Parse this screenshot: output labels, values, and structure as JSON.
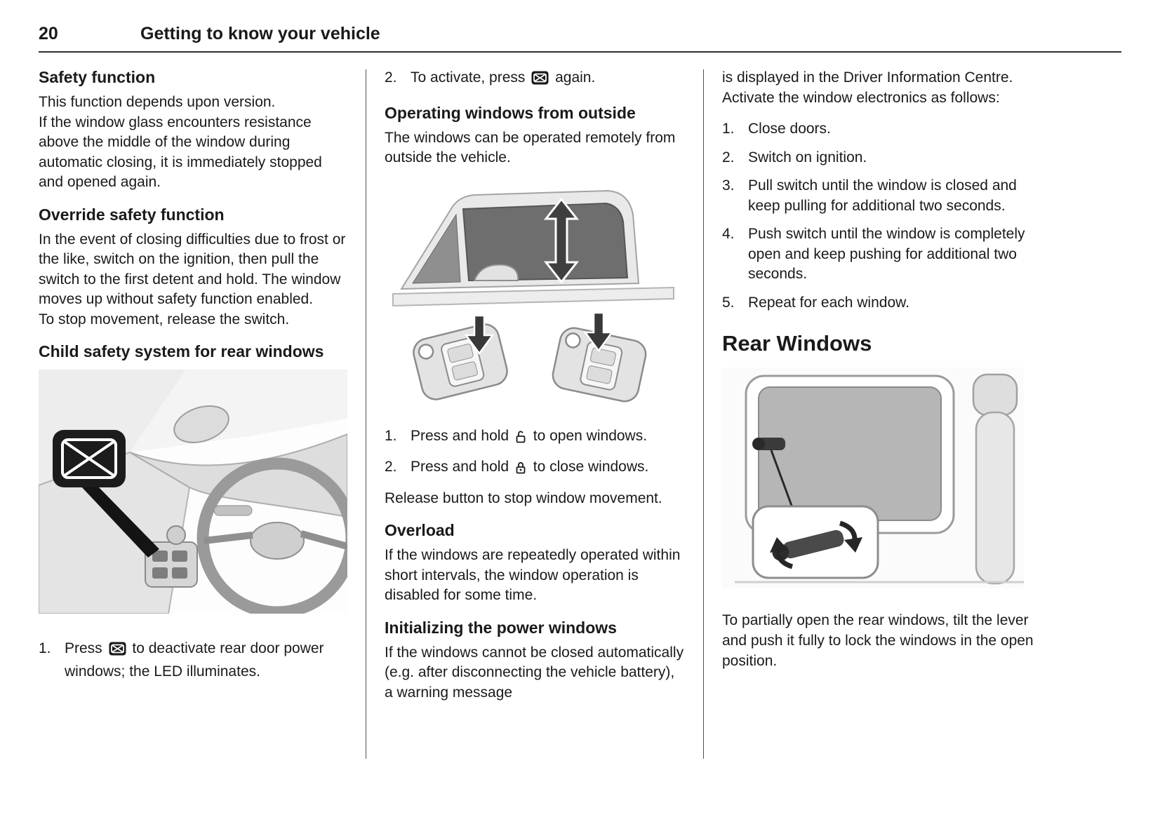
{
  "header": {
    "page_number": "20",
    "title": "Getting to know your vehicle"
  },
  "colors": {
    "text": "#1a1a1a",
    "header_rule": "#2e2e2e",
    "column_divider": "#4f4f4f"
  },
  "icons": {
    "rear_window_deactivate_icon": "black rounded square with crossed-out window",
    "unlock_icon": "open padlock",
    "lock_icon": "closed padlock",
    "window_movement_icon": "double-headed vertical arrow"
  },
  "figures": {
    "child_safety": "car interior with rear-window deactivation switch highlighted",
    "remote_operation": "door window with movement arrow and two remote keys",
    "rear_window": "rear side window with locking lever detail"
  },
  "col1": {
    "safety_heading": "Safety function",
    "safety_p1": "This function depends upon version.",
    "safety_p2": "If the window glass encounters resistance above the middle of the window during automatic closing, it is immediately stopped and opened again.",
    "override_heading": "Override safety function",
    "override_p1": "In the event of closing difficulties due to frost or the like, switch on the ignition, then pull the switch to the first detent and hold. The window moves up without safety function enabled.",
    "override_p2": "To stop movement, release the switch.",
    "child_heading": "Child safety system for rear windows",
    "step1": {
      "num": "1.",
      "pre": "Press",
      "post": "to deactivate rear door power windows; the LED illuminates."
    }
  },
  "col2": {
    "step2": {
      "num": "2.",
      "pre": "To activate, press",
      "post": "again."
    },
    "outside_heading": "Operating windows from outside",
    "outside_p": "The windows can be operated remotely from outside the vehicle.",
    "open_step": {
      "num": "1.",
      "pre": "Press and hold",
      "post": "to open windows."
    },
    "close_step": {
      "num": "2.",
      "pre": "Press and hold",
      "post": "to close windows."
    },
    "release_p": "Release button to stop window movement.",
    "overload_heading": "Overload",
    "overload_p": "If the windows are repeatedly operated within short intervals, the window operation is disabled for some time.",
    "init_heading": "Initializing the power windows",
    "init_p": "If the windows cannot be closed automatically (e.g. after disconnecting the vehicle battery), a warning message"
  },
  "col3": {
    "cont_p1": "is displayed in the Driver Information Centre.",
    "cont_p2": "Activate the window electronics as follows:",
    "steps": [
      {
        "num": "1.",
        "text": "Close doors."
      },
      {
        "num": "2.",
        "text": "Switch on ignition."
      },
      {
        "num": "3.",
        "text": "Pull switch until the window is closed and keep pulling for additional two seconds."
      },
      {
        "num": "4.",
        "text": "Push switch until the window is completely open and keep pushing for additional two seconds."
      },
      {
        "num": "5.",
        "text": "Repeat for each window."
      }
    ],
    "rear_heading": "Rear Windows",
    "rear_p": "To partially open the rear windows, tilt the lever and push it fully to lock the windows in the open position."
  }
}
